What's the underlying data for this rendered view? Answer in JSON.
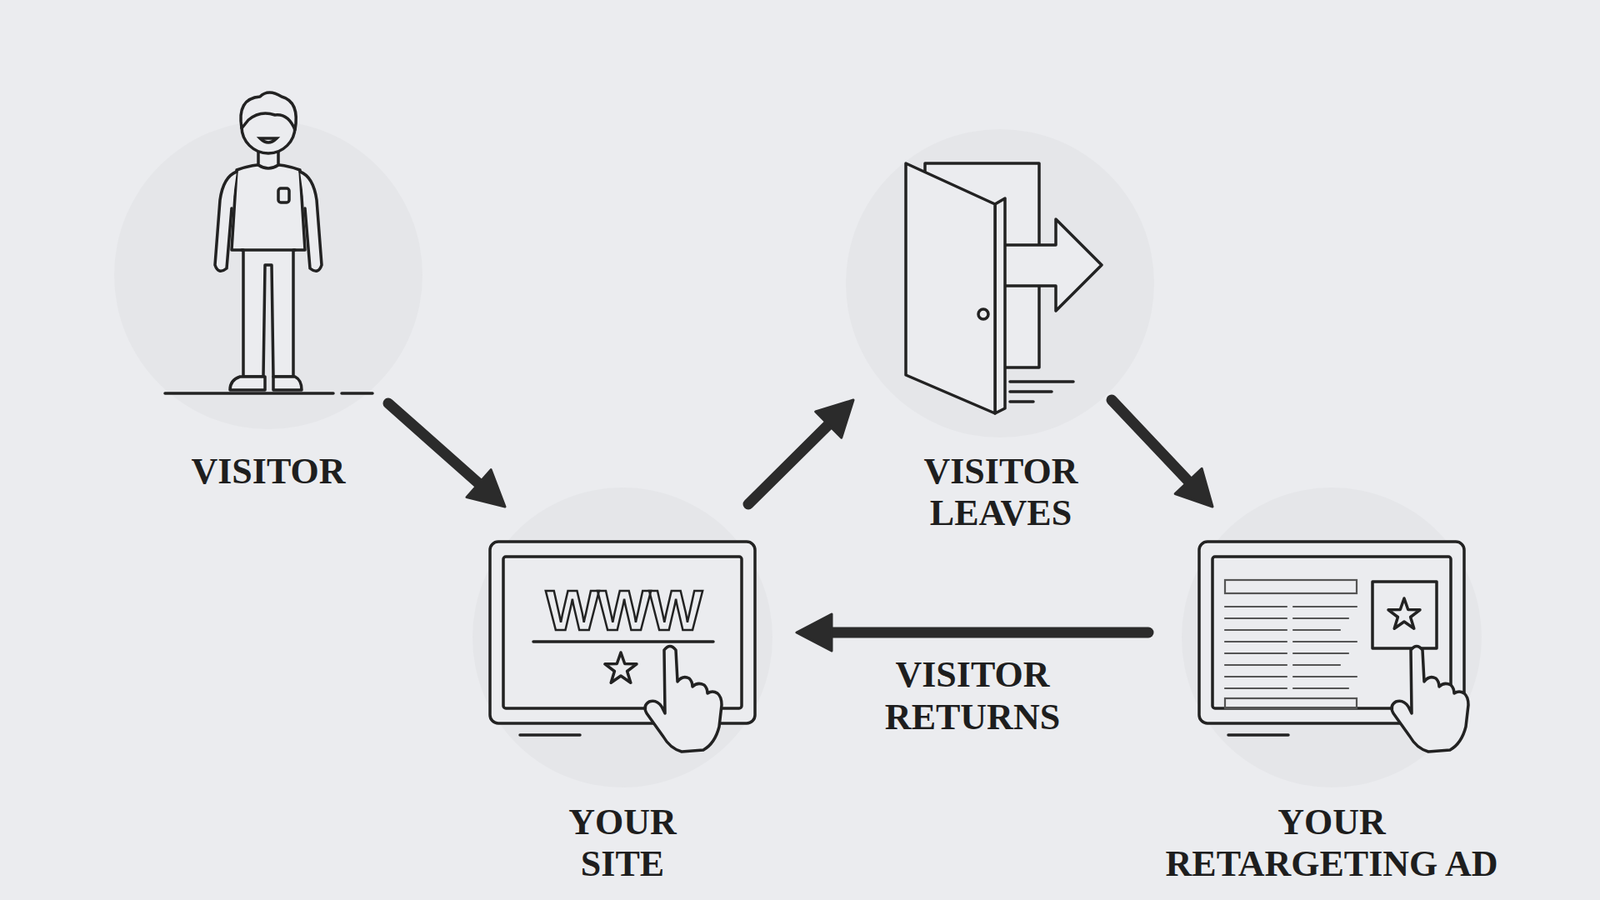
{
  "diagram": {
    "nodes": [
      {
        "text": [
          "VISITOR"
        ]
      },
      {
        "text": [
          "VISITOR LEAVES"
        ]
      },
      {
        "text": [
          "YOUR SITE"
        ]
      },
      {
        "text": [
          "YOUR RETARGETING AD"
        ]
      }
    ],
    "edges": [
      {
        "from": 0,
        "to": 2,
        "arrow": "to"
      },
      {
        "from": 2,
        "to": 1,
        "arrow": "to"
      },
      {
        "from": 1,
        "to": 3,
        "arrow": "to"
      },
      {
        "from": 3,
        "to": 2,
        "label": "VISITOR RETURNS",
        "arrow": "to"
      }
    ],
    "labels": [
      "WWW"
    ]
  }
}
